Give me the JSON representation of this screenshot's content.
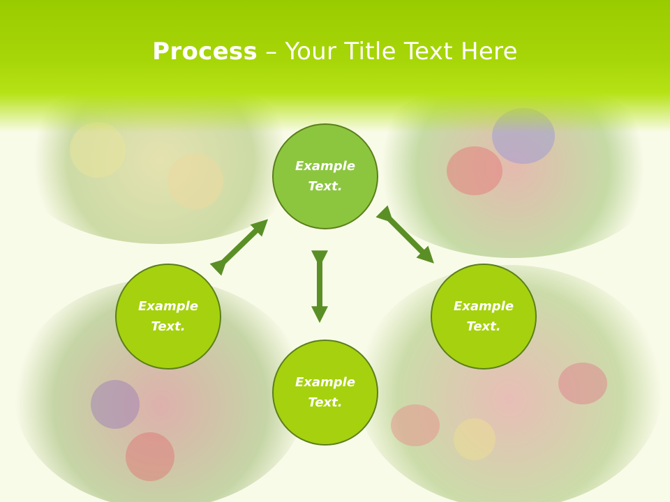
{
  "title": {
    "bold": "Process",
    "rest": " – Your Title Text Here"
  },
  "nodes": [
    {
      "text": "Example\nText."
    },
    {
      "text": "Example\nText."
    },
    {
      "text": "Example\nText."
    },
    {
      "text": "Example\nText."
    }
  ],
  "colors": {
    "header": "#99cc00",
    "top_circle": "#8cc63f",
    "other_circles": "#a6d10e",
    "arrow": "#5a8f25",
    "circle_border": "#5a7f1a"
  },
  "background_image": "faded flower bouquets"
}
